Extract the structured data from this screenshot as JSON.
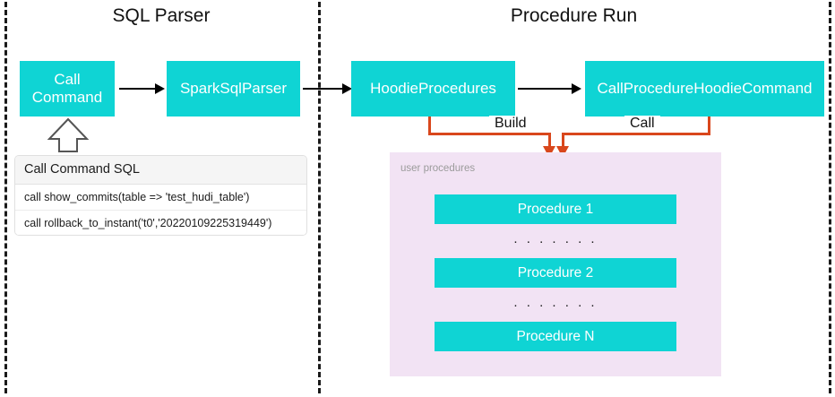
{
  "sections": [
    {
      "title": "SQL Parser"
    },
    {
      "title": "Procedure Run"
    }
  ],
  "parser_flow": {
    "call_command_box": "Call\nCommand",
    "spark_parser_box": "SparkSqlParser"
  },
  "procedure_flow": {
    "hoodie_procedures_box": "HoodieProcedures",
    "call_procedure_command_box": "CallProcedureHoodieCommand",
    "build_label": "Build",
    "call_label": "Call"
  },
  "sql_card": {
    "header": "Call Command SQL",
    "rows": [
      "call show_commits(table => 'test_hudi_table')",
      "call rollback_to_instant('t0','20220109225319449')"
    ]
  },
  "user_procedures": {
    "label": "user procedures",
    "items": [
      "Procedure 1",
      "Procedure 2",
      "Procedure N"
    ],
    "ellipsis": ". . . . . . ."
  },
  "colors": {
    "teal": "#0fd4d4",
    "orange": "#d9471c",
    "panel": "#f2e3f4",
    "divider": "#1a1a1a",
    "card_header": "#f5f5f5"
  }
}
